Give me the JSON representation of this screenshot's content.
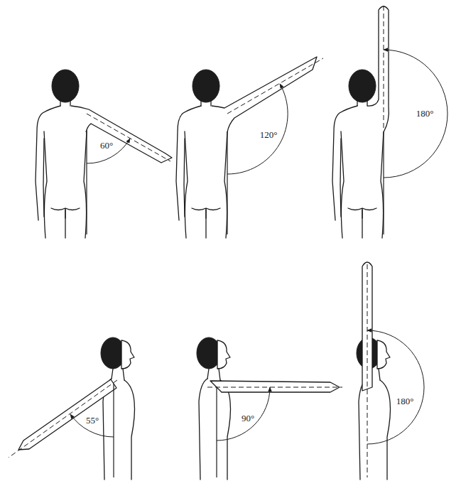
{
  "diagram": {
    "labels": [
      "60°",
      "120°",
      "180°",
      "55°",
      "90°",
      "180°"
    ]
  }
}
